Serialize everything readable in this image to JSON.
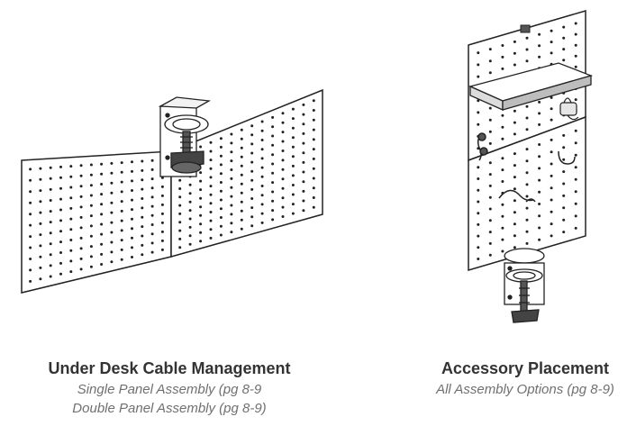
{
  "figures": [
    {
      "title": "Under Desk Cable Management",
      "subtitles": [
        "Single Panel Assembly (pg 8-9",
        "Double Panel Assembly (pg 8-9)"
      ]
    },
    {
      "title": "Accessory Placement",
      "subtitles": [
        "All Assembly Options (pg 8-9)"
      ]
    }
  ]
}
